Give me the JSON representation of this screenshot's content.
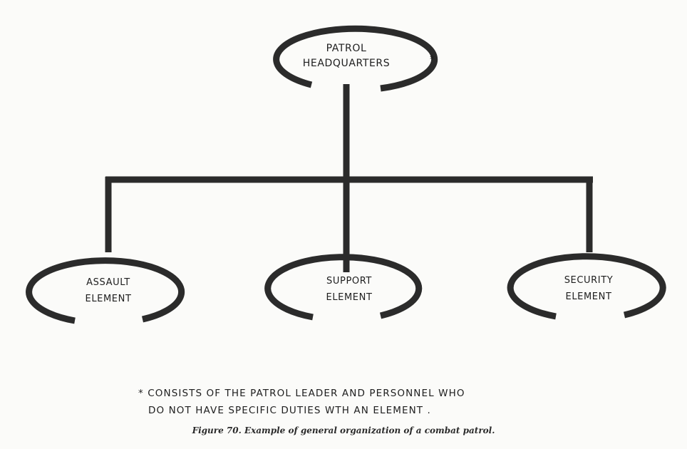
{
  "diagram": {
    "root": {
      "line1": "PATROL",
      "line2": "HEADQUARTERS",
      "marker": "*"
    },
    "children": [
      {
        "line1": "ASSAULT",
        "line2": "ELEMENT"
      },
      {
        "line1": "SUPPORT",
        "line2": "ELEMENT"
      },
      {
        "line1": "SECURITY",
        "line2": "ELEMENT"
      }
    ]
  },
  "footnote": {
    "line1": "* CONSISTS OF THE PATROL LEADER  AND  PERSONNEL  WHO",
    "line2": "DO  NOT HAVE SPECIFIC DUTIES  WTH  AN ELEMENT ."
  },
  "caption": "Figure 70.  Example of general organization of a combat patrol.",
  "colors": {
    "ink": "#2b2b2b",
    "paper": "#fbfbf9"
  }
}
